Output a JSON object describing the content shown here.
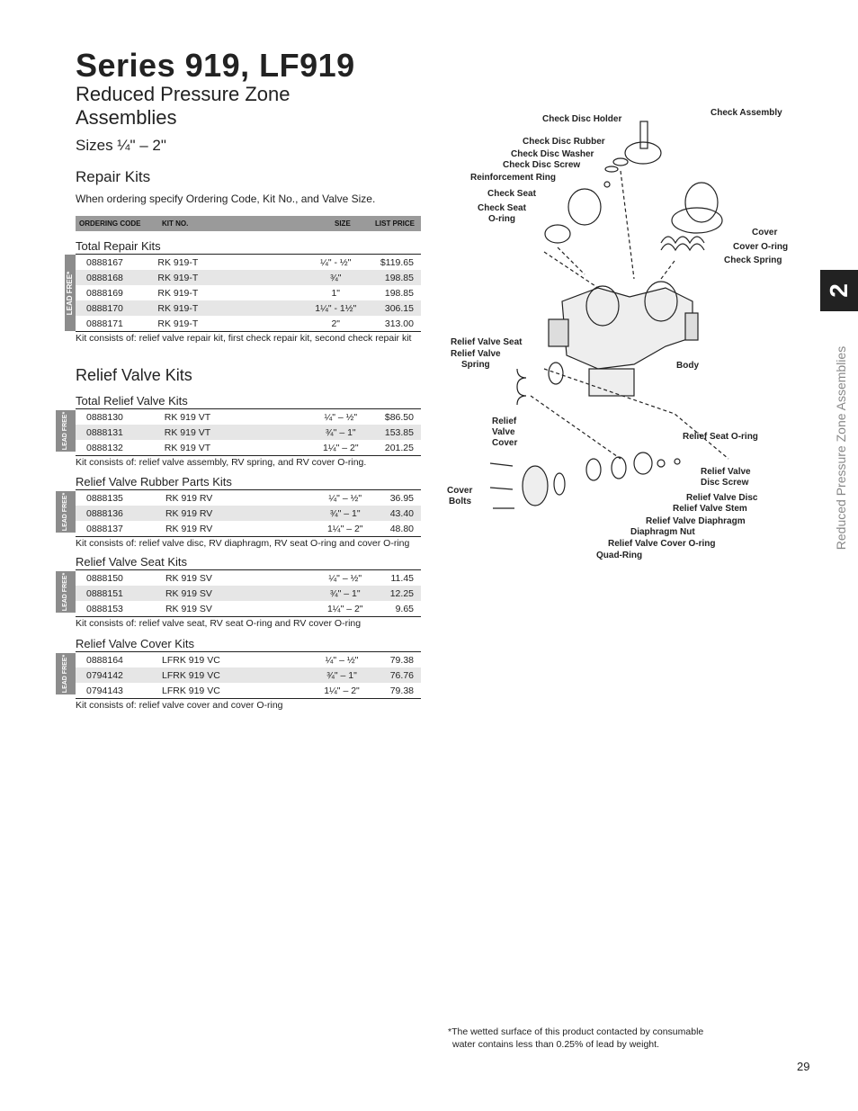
{
  "title": "Series 919, LF919",
  "subtitle": "Reduced Pressure Zone Assemblies",
  "sizes": "Sizes ¼\" – 2\"",
  "repair_kits_heading": "Repair Kits",
  "ordering_note": "When ordering specify Ordering Code, Kit No., and Valve Size.",
  "columns": {
    "code": "ORDERING CODE",
    "kit": "KIT NO.",
    "size": "SIZE",
    "price": "LIST PRICE"
  },
  "lead_free_long": "LEAD FREE*",
  "lead_free_short": "LEAD FREE*",
  "total_repair": {
    "title": "Total Repair Kits",
    "rows": [
      {
        "code": "0888167",
        "kit": "RK 919-T",
        "size": "¼\" - ½\"",
        "price": "$119.65"
      },
      {
        "code": "0888168",
        "kit": "RK 919-T",
        "size": "¾\"",
        "price": "198.85"
      },
      {
        "code": "0888169",
        "kit": "RK 919-T",
        "size": "1\"",
        "price": "198.85"
      },
      {
        "code": "0888170",
        "kit": "RK 919-T",
        "size": "1¼\" - 1½\"",
        "price": "306.15"
      },
      {
        "code": "0888171",
        "kit": "RK 919-T",
        "size": "2\"",
        "price": "313.00"
      }
    ],
    "note": "Kit consists of:  relief valve repair kit, first check repair kit, second check repair kit"
  },
  "relief_valve_kits_heading": "Relief Valve Kits",
  "total_relief": {
    "title": "Total Relief Valve Kits",
    "rows": [
      {
        "code": "0888130",
        "kit": "RK 919 VT",
        "size": "¼\" – ½\"",
        "price": "$86.50"
      },
      {
        "code": "0888131",
        "kit": "RK 919 VT",
        "size": "¾\" – 1\"",
        "price": "153.85"
      },
      {
        "code": "0888132",
        "kit": "RK 919 VT",
        "size": "1¼\" – 2\"",
        "price": "201.25"
      }
    ],
    "note": "Kit consists of: relief valve assembly, RV spring, and RV cover O-ring."
  },
  "rubber_parts": {
    "title": "Relief Valve Rubber Parts Kits",
    "rows": [
      {
        "code": "0888135",
        "kit": "RK 919 RV",
        "size": "¼\" – ½\"",
        "price": "36.95"
      },
      {
        "code": "0888136",
        "kit": "RK 919 RV",
        "size": "¾\" – 1\"",
        "price": "43.40"
      },
      {
        "code": "0888137",
        "kit": "RK 919 RV",
        "size": "1¼\" – 2\"",
        "price": "48.80"
      }
    ],
    "note": "Kit consists of: relief valve disc, RV diaphragm, RV seat O-ring and cover O-ring"
  },
  "seat_kits": {
    "title": "Relief Valve Seat Kits",
    "rows": [
      {
        "code": "0888150",
        "kit": "RK 919 SV",
        "size": "¼\" – ½\"",
        "price": "11.45"
      },
      {
        "code": "0888151",
        "kit": "RK 919 SV",
        "size": "¾\" – 1\"",
        "price": "12.25"
      },
      {
        "code": "0888153",
        "kit": "RK 919 SV",
        "size": "1¼\" – 2\"",
        "price": "9.65"
      }
    ],
    "note": "Kit consists of: relief valve seat, RV seat O-ring and RV cover O-ring"
  },
  "cover_kits": {
    "title": "Relief Valve Cover Kits",
    "rows": [
      {
        "code": "0888164",
        "kit": "LFRK 919 VC",
        "size": "¼\" – ½\"",
        "price": "79.38"
      },
      {
        "code": "0794142",
        "kit": "LFRK 919 VC",
        "size": "¾\" – 1\"",
        "price": "76.76"
      },
      {
        "code": "0794143",
        "kit": "LFRK 919 VC",
        "size": "1¼\" – 2\"",
        "price": "79.38"
      }
    ],
    "note": "Kit consists of: relief valve cover and cover O-ring"
  },
  "diagram_labels": {
    "check_disc_holder": "Check Disc Holder",
    "check_assembly": "Check Assembly",
    "check_disc_rubber": "Check Disc Rubber",
    "check_disc_washer": "Check Disc Washer",
    "check_disc_screw": "Check Disc Screw",
    "reinforcement_ring": "Reinforcement Ring",
    "check_seat": "Check Seat",
    "check_seat_oring_1": "Check Seat",
    "check_seat_oring_2": "O-ring",
    "cover": "Cover",
    "cover_oring": "Cover O-ring",
    "check_spring": "Check Spring",
    "relief_valve_seat": "Relief Valve Seat",
    "relief_valve_spring_1": "Relief Valve",
    "relief_valve_spring_2": "Spring",
    "body": "Body",
    "rv_cover_1": "Relief",
    "rv_cover_2": "Valve",
    "rv_cover_3": "Cover",
    "relief_seat_oring": "Relief Seat O-ring",
    "cover_bolts_1": "Cover",
    "cover_bolts_2": "Bolts",
    "rv_disc_screw_1": "Relief Valve",
    "rv_disc_screw_2": "Disc Screw",
    "rv_disc": "Relief Valve Disc",
    "rv_stem": "Relief Valve Stem",
    "rv_diaphragm": "Relief Valve Diaphragm",
    "diaphragm_nut": "Diaphragm Nut",
    "rv_cover_oring": "Relief Valve Cover O-ring",
    "quad_ring": "Quad-Ring"
  },
  "chapter_number": "2",
  "side_label": "Reduced Pressure Zone Assemblies",
  "footnote_1": "*The wetted surface of this product contacted by consumable",
  "footnote_2": "water contains less than 0.25% of lead by weight.",
  "page_number": "29"
}
